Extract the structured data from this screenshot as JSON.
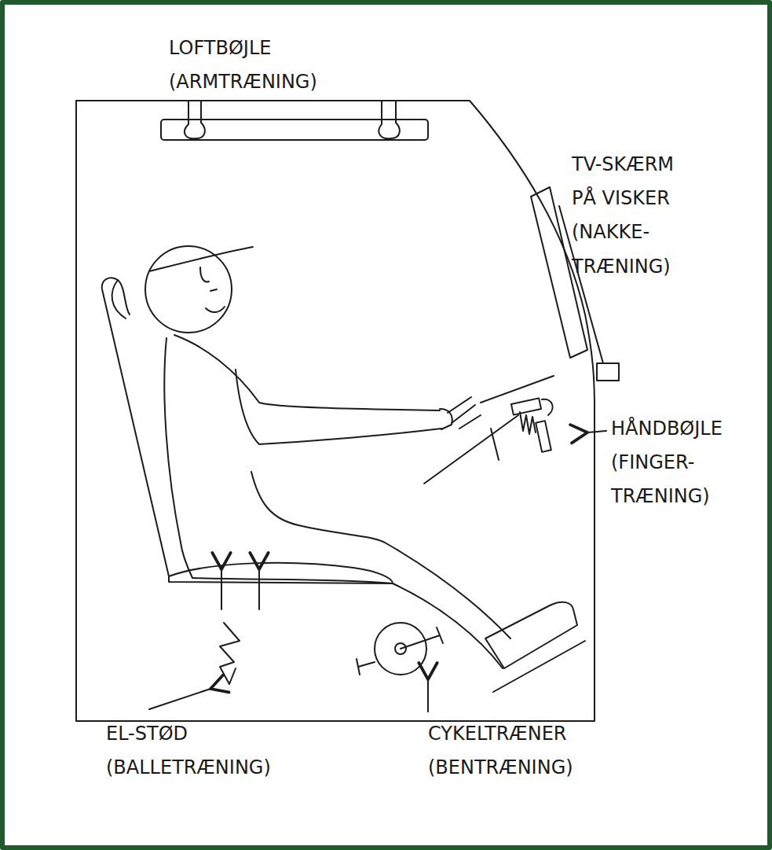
{
  "diagram": {
    "labels": [
      "LOFTBØJLE (ARMTRÆNING)",
      "TV-SKÆRM PÅ VISKER (NAKKE- TRÆNING)",
      "HÅNDBØJLE (FINGER- TRÆNING)",
      "EL-STØD (BALLETRÆNING)",
      "CYKELTRÆNER (BENTRÆNING)"
    ]
  }
}
